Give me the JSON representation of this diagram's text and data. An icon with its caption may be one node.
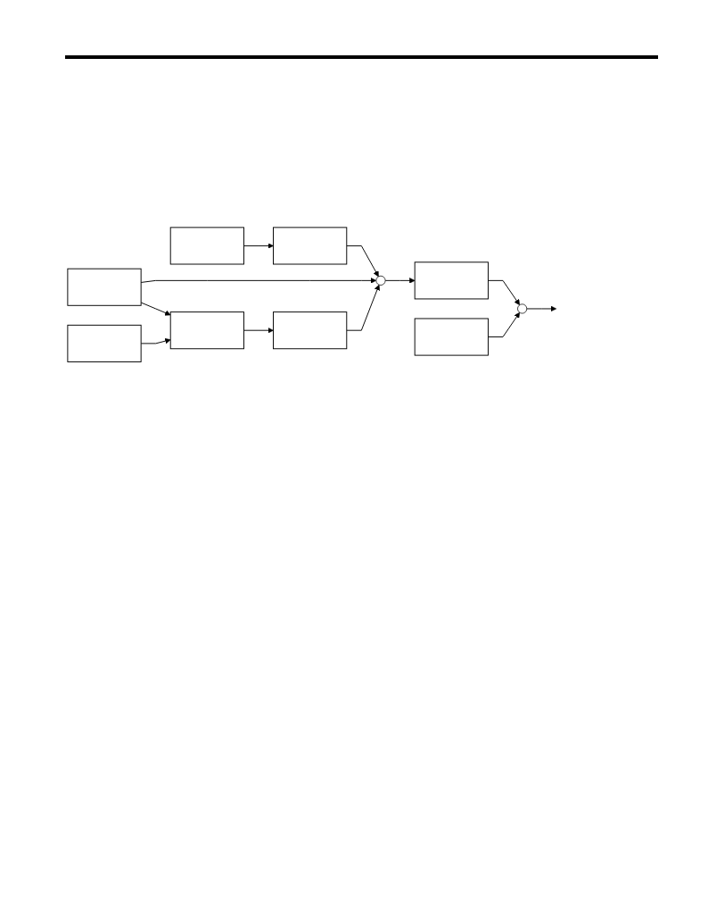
{
  "diagram": {
    "nodes": [
      {
        "text": [],
        "shape": "box"
      },
      {
        "text": [],
        "shape": "box"
      },
      {
        "text": [],
        "shape": "box"
      },
      {
        "text": [],
        "shape": "circle"
      },
      {
        "text": [],
        "shape": "box"
      },
      {
        "text": [],
        "shape": "circle"
      },
      {
        "text": [],
        "shape": "box"
      },
      {
        "text": [],
        "shape": "box"
      },
      {
        "text": [],
        "shape": "box"
      },
      {
        "text": [],
        "shape": "box"
      }
    ],
    "edges": [
      {
        "from": 0,
        "to": 1,
        "arrow": "to"
      },
      {
        "from": 1,
        "to": 3,
        "arrow": "to"
      },
      {
        "from": 2,
        "to": 3,
        "arrow": "to"
      },
      {
        "from": 2,
        "to": 7,
        "arrow": "to"
      },
      {
        "from": 6,
        "to": 7,
        "arrow": "to"
      },
      {
        "from": 7,
        "to": 8,
        "arrow": "to"
      },
      {
        "from": 8,
        "to": 3,
        "arrow": "to"
      },
      {
        "from": 3,
        "to": 4,
        "arrow": "to"
      },
      {
        "from": 4,
        "to": 5,
        "arrow": "to"
      },
      {
        "from": 9,
        "to": 5,
        "arrow": "to"
      },
      {
        "from": 5,
        "to": null,
        "arrow": "to"
      }
    ]
  }
}
